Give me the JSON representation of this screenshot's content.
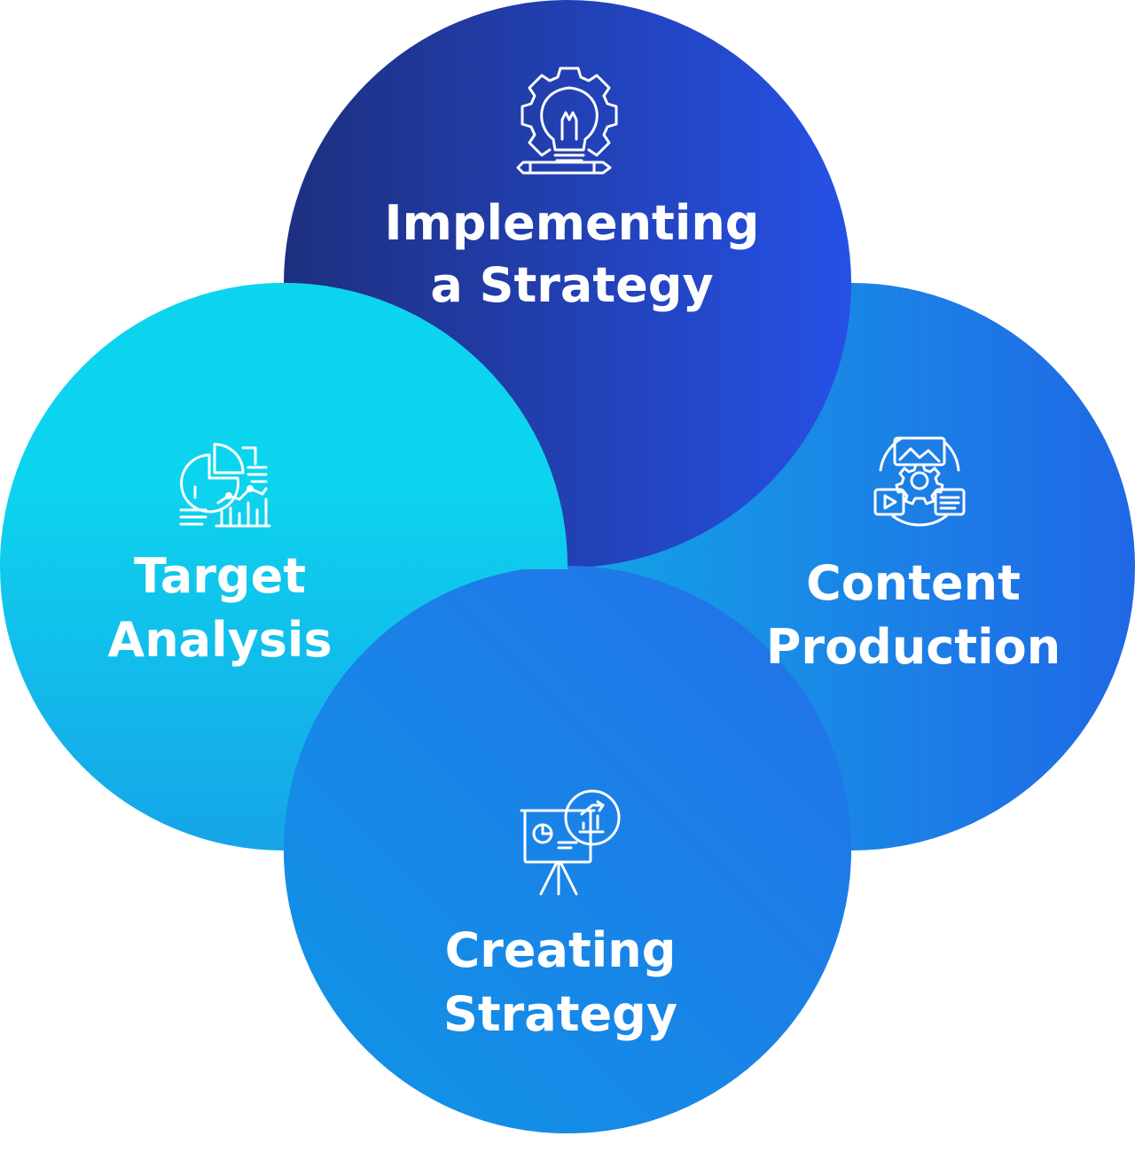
{
  "nodes": {
    "top": {
      "line1": "Implementing",
      "line2": "a Strategy",
      "icon": "lightbulb-gear-pencil-icon",
      "color_start": "#1e2f7f",
      "color_end": "#2651e6"
    },
    "left": {
      "line1": "Target",
      "line2": "Analysis",
      "icon": "analytics-charts-icon",
      "color_start": "#0dd4ee",
      "color_end": "#16a4e8"
    },
    "right": {
      "line1": "Content",
      "line2": "Production",
      "icon": "content-media-gear-icon",
      "color_start": "#14a3e6",
      "color_end": "#2068e6"
    },
    "bottom": {
      "line1": "Creating",
      "line2": "Strategy",
      "icon": "presentation-board-icon",
      "color_start": "#148ce8",
      "color_end": "#2163e4"
    }
  }
}
